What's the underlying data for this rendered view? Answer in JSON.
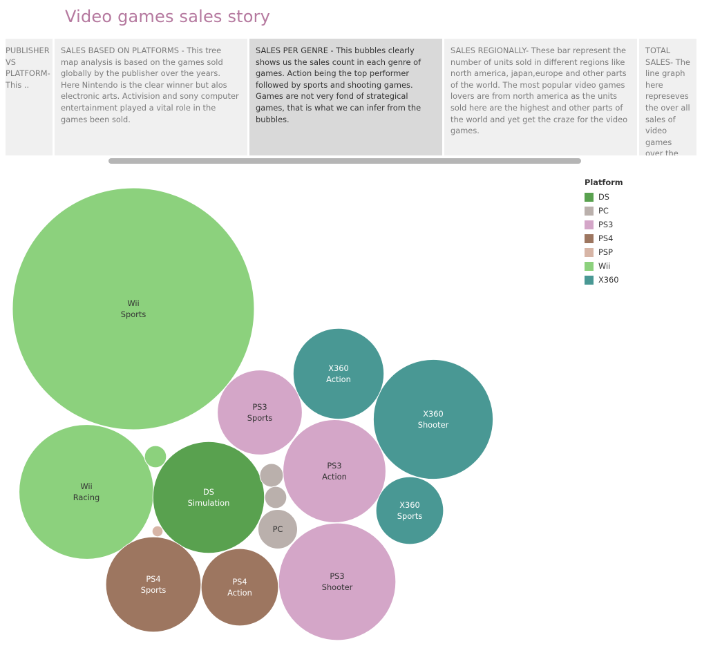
{
  "story": {
    "title": "Video games sales story",
    "points": [
      {
        "text": "PUBLISHER VS PLATFORM- This ..",
        "active": false
      },
      {
        "text": "SALES BASED ON PLATFORMS - This tree map analysis is based on the games sold globally by the publisher over the years. Here Nintendo is the clear winner but alos electronic arts. Activision and sony computer entertainment played  a  vital role in the games been sold.",
        "active": false
      },
      {
        "text": "SALES PER GENRE - This bubbles clearly shows us the sales count in each genre of games. Action being the top performer followed by sports and shooting games. Games are not very fond of strategical games, that is what we can infer from the bubbles.",
        "active": true
      },
      {
        "text": "SALES REGIONALLY- These bar represent the number of units sold in different regions like north america, japan,europe and other parts of the world. The most popular video games lovers are from north america as the units sold here are the highest and other parts of the world and yet get the craze for the video games.",
        "active": false
      },
      {
        "text": "TOTAL SALES- The line graph here represeves the over all sales of video games over the ye..",
        "active": false
      }
    ]
  },
  "legend": {
    "title": "Platform",
    "items": [
      {
        "name": "DS",
        "color": "#59a14f"
      },
      {
        "name": "PC",
        "color": "#bab0ac"
      },
      {
        "name": "PS3",
        "color": "#d4a6c8"
      },
      {
        "name": "PS4",
        "color": "#9d7660"
      },
      {
        "name": "PSP",
        "color": "#d7b5a6"
      },
      {
        "name": "Wii",
        "color": "#8cd17d"
      },
      {
        "name": "X360",
        "color": "#499894"
      }
    ]
  },
  "chart_data": {
    "type": "bubble",
    "size_measure": "sales (relative bubble area)",
    "color_by": "Platform",
    "bubbles": [
      {
        "platform": "Wii",
        "genre": "Sports",
        "value": 100
      },
      {
        "platform": "Wii",
        "genre": "Racing",
        "value": 31
      },
      {
        "platform": "X360",
        "genre": "Shooter",
        "value": 24.5
      },
      {
        "platform": "PS3",
        "genre": "Shooter",
        "value": 23.5
      },
      {
        "platform": "DS",
        "genre": "Simulation",
        "value": 21.3
      },
      {
        "platform": "PS3",
        "genre": "Action",
        "value": 18.1
      },
      {
        "platform": "X360",
        "genre": "Action",
        "value": 14.1
      },
      {
        "platform": "PS3",
        "genre": "Sports",
        "value": 12.3
      },
      {
        "platform": "PS4",
        "genre": "Sports",
        "value": 15.5
      },
      {
        "platform": "PS4",
        "genre": "Action",
        "value": 10.2
      },
      {
        "platform": "X360",
        "genre": "Sports",
        "value": 7.8
      },
      {
        "platform": "PC",
        "genre": "",
        "value": 2.65
      },
      {
        "platform": "PC",
        "genre": "",
        "value": 0.94
      },
      {
        "platform": "PC",
        "genre": "",
        "value": 0.82
      },
      {
        "platform": "Wii",
        "genre": "",
        "value": 0.82
      },
      {
        "platform": "PSP",
        "genre": "",
        "value": 0.2
      }
    ]
  }
}
